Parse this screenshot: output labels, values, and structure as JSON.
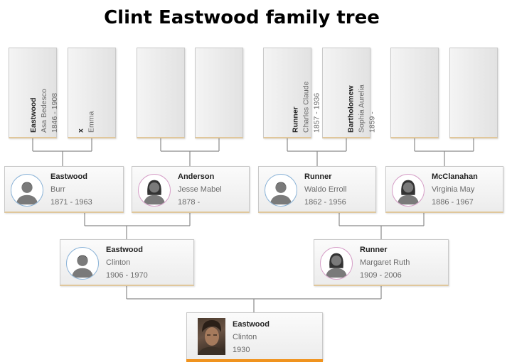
{
  "title": "Clint Eastwood family tree",
  "great_grandparents": [
    {
      "surname": "Eastwood",
      "given": "Asa Bedesco",
      "years": "1846 - 1908"
    },
    {
      "surname": "x",
      "given": "Emma",
      "years": ""
    },
    {
      "surname": "",
      "given": "",
      "years": ""
    },
    {
      "surname": "",
      "given": "",
      "years": ""
    },
    {
      "surname": "Runner",
      "given": "Charles Claude",
      "years": "1857 - 1936"
    },
    {
      "surname": "Bartholomew",
      "given": "Sophia Aurelia",
      "years": "1859 -"
    },
    {
      "surname": "",
      "given": "",
      "years": ""
    },
    {
      "surname": "",
      "given": "",
      "years": ""
    }
  ],
  "grandparents": [
    {
      "surname": "Eastwood",
      "given": "Burr",
      "years": "1871 - 1963",
      "avatar": "male-avatar-icon"
    },
    {
      "surname": "Anderson",
      "given": "Jesse Mabel",
      "years": "1878 -",
      "avatar": "female-avatar-icon"
    },
    {
      "surname": "Runner",
      "given": "Waldo Erroll",
      "years": "1862 - 1956",
      "avatar": "male-avatar-icon"
    },
    {
      "surname": "McClanahan",
      "given": "Virginia May",
      "years": "1886 - 1967",
      "avatar": "female-avatar-icon"
    }
  ],
  "parents": [
    {
      "surname": "Eastwood",
      "given": "Clinton",
      "years": "1906 - 1970",
      "avatar": "male-avatar-icon"
    },
    {
      "surname": "Runner",
      "given": "Margaret Ruth",
      "years": "1909 - 2006",
      "avatar": "female-avatar-icon"
    }
  ],
  "subject": {
    "surname": "Eastwood",
    "given": "Clinton",
    "years": "1930",
    "avatar": "portrait-photo"
  },
  "colors": {
    "male_ring": "#8cb4d8",
    "female_ring": "#d6a0c8",
    "accent": "#f0931e",
    "card_border": "#c9c9c9"
  }
}
